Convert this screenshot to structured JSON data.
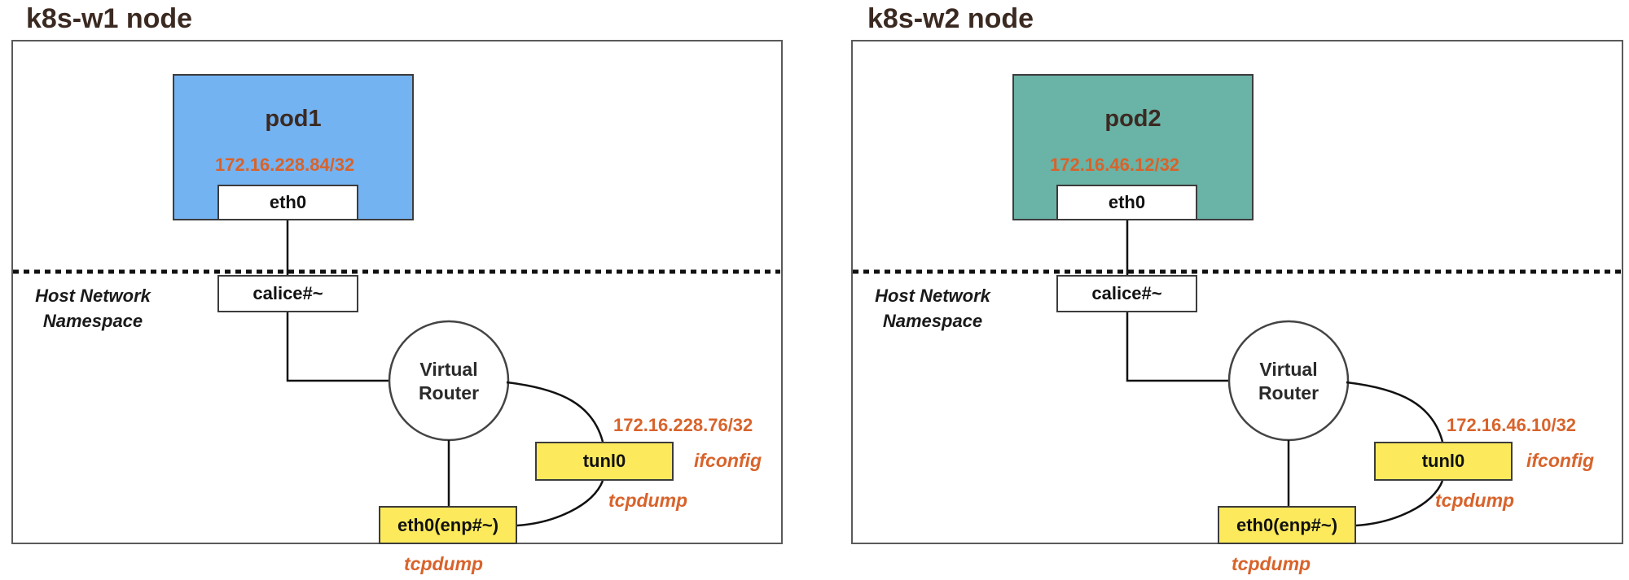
{
  "colors": {
    "ip_orange": "#d8632b",
    "pod1_fill": "#74b3f2",
    "pod2_fill": "#6ab3a7",
    "interface_yellow": "#fcea5c"
  },
  "nodes": [
    {
      "title": "k8s-w1 node",
      "pod": {
        "name": "pod1",
        "ip": "172.16.228.84/32",
        "iface": "eth0"
      },
      "host_ns": {
        "line1": "Host Network",
        "line2": "Namespace"
      },
      "veth": "calice#~",
      "router": {
        "line1": "Virtual",
        "line2": "Router"
      },
      "tunnel": {
        "name": "tunl0",
        "ip": "172.16.228.76/32"
      },
      "nic": "eth0(enp#~)",
      "tools": {
        "ifconfig": "ifconfig",
        "tcpdump_tunnel": "tcpdump",
        "tcpdump_nic": "tcpdump"
      }
    },
    {
      "title": "k8s-w2 node",
      "pod": {
        "name": "pod2",
        "ip": "172.16.46.12/32",
        "iface": "eth0"
      },
      "host_ns": {
        "line1": "Host Network",
        "line2": "Namespace"
      },
      "veth": "calice#~",
      "router": {
        "line1": "Virtual",
        "line2": "Router"
      },
      "tunnel": {
        "name": "tunl0",
        "ip": "172.16.46.10/32"
      },
      "nic": "eth0(enp#~)",
      "tools": {
        "ifconfig": "ifconfig",
        "tcpdump_tunnel": "tcpdump",
        "tcpdump_nic": "tcpdump"
      }
    }
  ]
}
